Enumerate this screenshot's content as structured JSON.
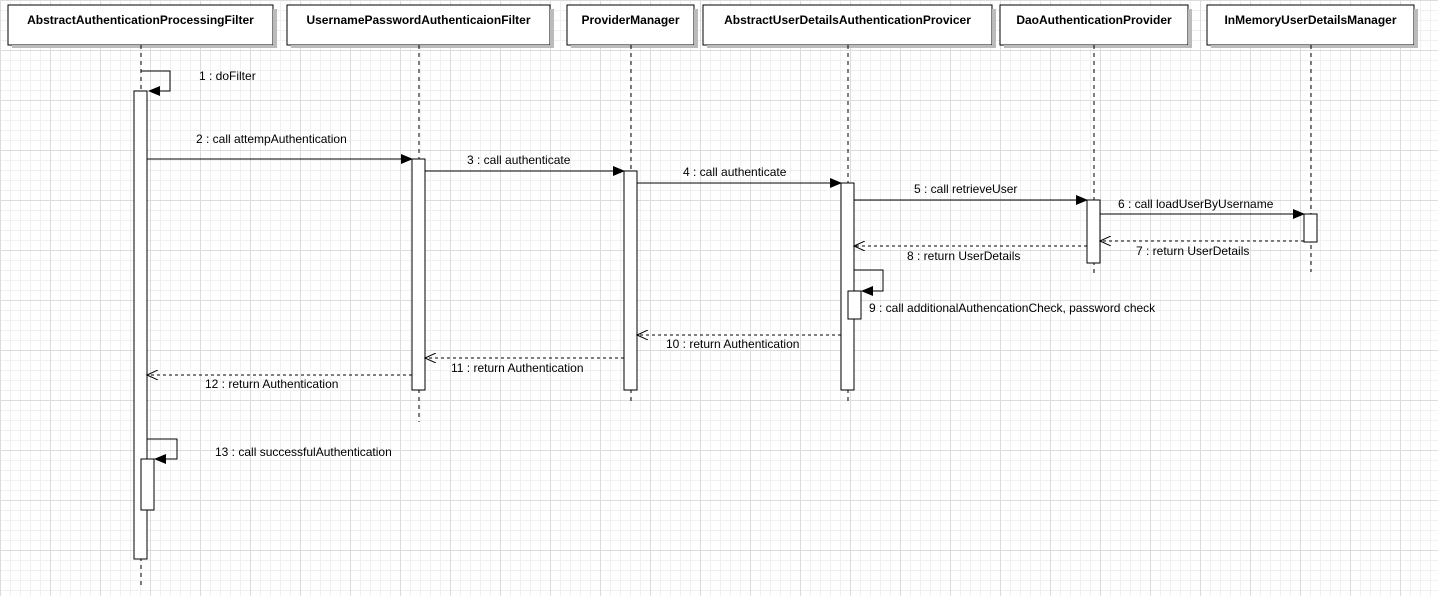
{
  "diagram": {
    "lifelines": [
      {
        "id": "apf",
        "label": "AbstractAuthenticationProcessingFilter"
      },
      {
        "id": "upaf",
        "label": "UsernamePasswordAuthenticaionFilter"
      },
      {
        "id": "pm",
        "label": "ProviderManager"
      },
      {
        "id": "audap",
        "label": "AbstractUserDetailsAuthenticationProvicer"
      },
      {
        "id": "dao",
        "label": "DaoAuthenticationProvider"
      },
      {
        "id": "imud",
        "label": "InMemoryUserDetailsManager"
      }
    ],
    "messages": [
      {
        "id": "m1",
        "label": "1 : doFilter",
        "from": "apf",
        "to": "apf",
        "kind": "self"
      },
      {
        "id": "m2",
        "label": "2 : call attempAuthentication",
        "from": "apf",
        "to": "upaf",
        "kind": "call"
      },
      {
        "id": "m3",
        "label": "3 : call authenticate",
        "from": "upaf",
        "to": "pm",
        "kind": "call"
      },
      {
        "id": "m4",
        "label": "4 : call authenticate",
        "from": "pm",
        "to": "audap",
        "kind": "call"
      },
      {
        "id": "m5",
        "label": "5 : call retrieveUser",
        "from": "audap",
        "to": "dao",
        "kind": "call"
      },
      {
        "id": "m6",
        "label": "6 : call loadUserByUsername",
        "from": "dao",
        "to": "imud",
        "kind": "call"
      },
      {
        "id": "m7",
        "label": "7 : return UserDetails",
        "from": "imud",
        "to": "dao",
        "kind": "return"
      },
      {
        "id": "m8",
        "label": "8 : return UserDetails",
        "from": "dao",
        "to": "audap",
        "kind": "return"
      },
      {
        "id": "m9",
        "label": "9 : call additionalAuthencationCheck, password check",
        "from": "audap",
        "to": "audap",
        "kind": "self"
      },
      {
        "id": "m10",
        "label": "10 : return Authentication",
        "from": "audap",
        "to": "pm",
        "kind": "return"
      },
      {
        "id": "m11",
        "label": "11 : return Authentication",
        "from": "pm",
        "to": "upaf",
        "kind": "return"
      },
      {
        "id": "m12",
        "label": "12 : return Authentication",
        "from": "upaf",
        "to": "apf",
        "kind": "return"
      },
      {
        "id": "m13",
        "label": "13 : call successfulAuthentication",
        "from": "apf",
        "to": "apf",
        "kind": "self"
      }
    ],
    "colors": {
      "line": "#000000",
      "box_fill": "#ffffff",
      "grid_major": "#dcdcdc",
      "grid_minor": "#f0f0f0"
    }
  }
}
